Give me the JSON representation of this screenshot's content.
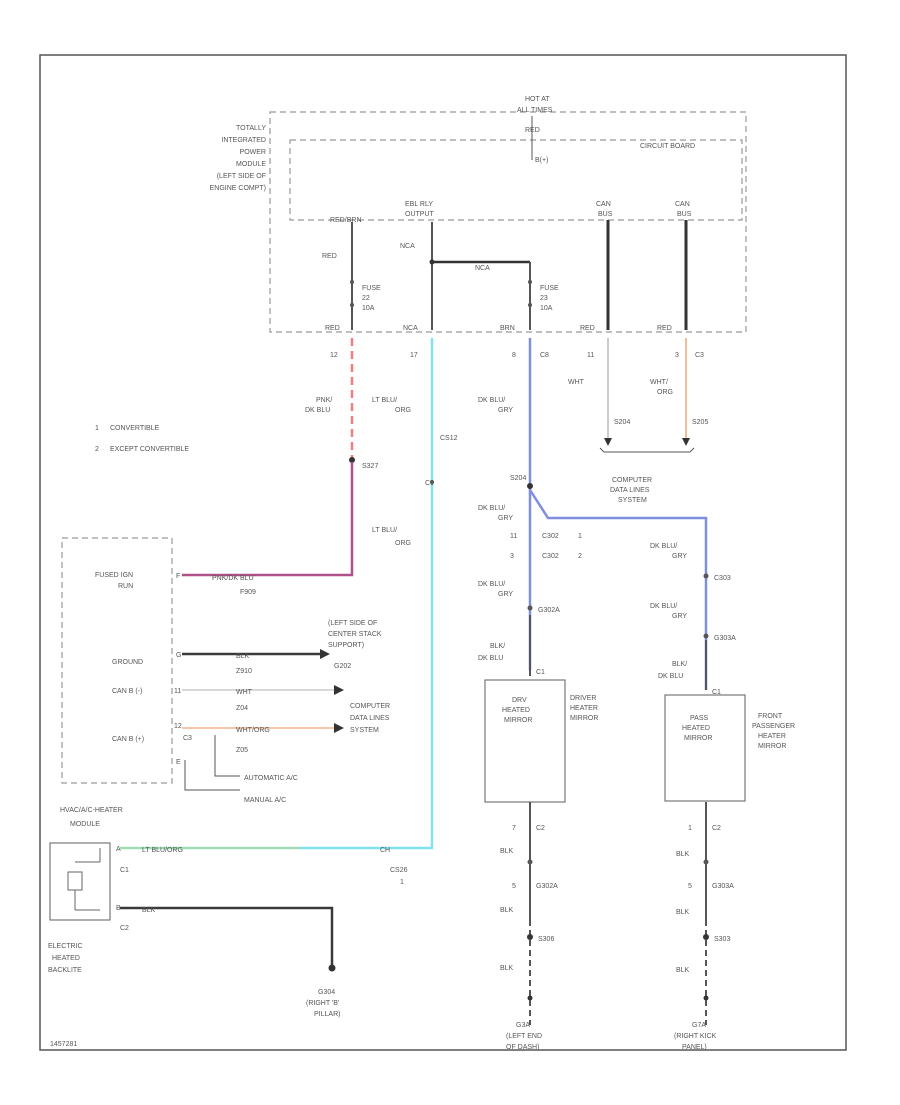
{
  "tipm": {
    "title_lines": [
      "TOTALLY",
      "INTEGRATED",
      "POWER",
      "MODULE",
      "(LEFT SIDE OF",
      "ENGINE COMPT)"
    ],
    "hot_at_lines": [
      "HOT AT",
      "ALL TIMES"
    ],
    "circuit_board": "CIRCUIT BOARD",
    "hot_wire": "RED",
    "bus_label": "B(+)",
    "relay_top_left": "RED/BRN",
    "relay_top_mid": [
      "EBL RLY",
      "OUTPUT"
    ],
    "can_top": [
      "CAN",
      "CAN"
    ],
    "can_bus": [
      "BUS",
      "BUS"
    ],
    "wire_red": "RED",
    "wire_nca_top": "NCA",
    "wire_nca_mid": "NCA",
    "fuse1": [
      "FUSE",
      "22",
      "10A"
    ],
    "fuse2": [
      "FUSE",
      "23",
      "10A"
    ],
    "bottom_red": "RED",
    "bottom_nca": "NCA",
    "bottom_brn": "BRN",
    "bottom_red2": "RED",
    "bottom_red3": "RED"
  },
  "pins": {
    "p12": "12",
    "p17": "17",
    "p8": "8",
    "c8": "C8",
    "p11": "11",
    "p3": "3",
    "c3": "C3"
  },
  "wires": {
    "pnk_dkblu": [
      "PNK/",
      "DK BLU"
    ],
    "ltblu_org": [
      "LT BLU/",
      "ORG"
    ],
    "ltblu_org2": [
      "LT BLU/",
      "ORG"
    ],
    "dkblu_gry": [
      "DK BLU/",
      "GRY"
    ],
    "wht": "WHT",
    "wht_org": [
      "WHT/",
      "ORG"
    ],
    "dkblu_gry2": [
      "DK BLU/",
      "GRY"
    ],
    "dkblu_gry3": [
      "DK BLU/",
      "GRY"
    ],
    "dkblu_gry4": [
      "DK BLU/",
      "GRY"
    ],
    "dkblu_gry5": [
      "DK BLU/",
      "GRY"
    ],
    "blk_dkblu1": [
      "BLK/",
      "DK BLU"
    ],
    "blk_dkblu2": [
      "BLK/",
      "DK BLU"
    ],
    "blk1": "BLK",
    "blk2": "BLK",
    "blk3": "BLK",
    "blk4": "BLK",
    "blk5": "BLK",
    "blk6": "BLK",
    "pnk_dkblu_h": "PNK/DK BLU",
    "blk_h": "BLK",
    "wht_h": "WHT",
    "wht_org_h": "WHT/ORG",
    "ltblu_org_h": "LT BLU/ORG",
    "blk_h2": "BLK"
  },
  "splices": {
    "s204": "S204",
    "s205": "S205",
    "s327": "S327",
    "cs12": "CS12",
    "ltblu_c1": "C1",
    "s204_top": "S204",
    "c302_1": "C302",
    "c302_1n": "1",
    "c302_2": "C302",
    "c302_2n": "2",
    "c302_pin1": "11",
    "c302_pin2": "3",
    "c303": "C303",
    "g302a": "G302A",
    "g303a": "G303A",
    "c1_drv": "C1",
    "c1_pas": "C1",
    "g302a_b": "G302A",
    "g303a_b": "G303A",
    "s306": "S306",
    "s303": "S303",
    "c2_drv": "C2",
    "c2_pas": "C2",
    "pin7_drv": "7",
    "pin1_pas": "1",
    "pin5_drv": "5",
    "pin5_pas": "5",
    "p909": "F909",
    "p2": "2",
    "p2b": "2"
  },
  "legend": [
    {
      "num": "1",
      "text": "CONVERTIBLE"
    },
    {
      "num": "2",
      "text": "EXCEPT CONVERTIBLE"
    }
  ],
  "computer_data_top": [
    "COMPUTER",
    "DATA LINES",
    "SYSTEM"
  ],
  "hvac": {
    "fused_ign": [
      "FUSED IGN",
      "RUN"
    ],
    "ground": "GROUND",
    "canb1": "CAN B (-)",
    "canb2": "CAN B (+)",
    "pin_f": "F",
    "pin_g": "G",
    "pin_h": "11",
    "pin_j": "12",
    "pin_e": "E",
    "pin_c3": "C3",
    "w_f909": "F909",
    "w_z910": "Z910",
    "w_z04": "Z04",
    "w_z05": "Z05",
    "ground_dest": [
      "(LEFT SIDE OF",
      "CENTER STACK",
      "SUPPORT)",
      "G202"
    ],
    "comp_data": [
      "COMPUTER",
      "DATA LINES",
      "SYSTEM"
    ],
    "auto_ac": "AUTOMATIC A/C",
    "manual_ac": "MANUAL A/C",
    "module_label": [
      "HVAC/A/C-HEATER",
      "MODULE"
    ]
  },
  "mirrors": {
    "drv_box": [
      "DRV",
      "HEATED",
      "MIRROR"
    ],
    "drv_label": [
      "DRIVER",
      "HEATER",
      "MIRROR"
    ],
    "pas_box": [
      "PASS",
      "HEATED",
      "MIRROR"
    ],
    "pas_label": [
      "FRONT",
      "PASSENGER",
      "HEATER",
      "MIRROR"
    ]
  },
  "backlite": {
    "label": [
      "ELECTRIC",
      "HEATED",
      "BACKLITE"
    ],
    "c1": "C1",
    "c2": "C2",
    "pin_a": "A",
    "pin_b": "B",
    "w_ltblu": "LT BLU/ORG",
    "w_blk": "BLK",
    "c_ch": "CH",
    "cs_label": "CS26",
    "cs_n": "1"
  },
  "grounds": {
    "g304": [
      "G304",
      "(RIGHT 'B'",
      "PILLAR)"
    ],
    "g302": [
      "G3A",
      "(LEFT END",
      "OF DASH)"
    ],
    "g303": [
      "G7A",
      "(RIGHT KICK",
      "PANEL)"
    ]
  },
  "footer": "1457281",
  "colors": {
    "pink": "#f08080",
    "ltblue": "#7fe4ef",
    "blue": "#7f8fe0",
    "orange": "#f3b58c",
    "magenta": "#b0508a",
    "green": "#a6dca9",
    "black": "#3a3a3a"
  }
}
